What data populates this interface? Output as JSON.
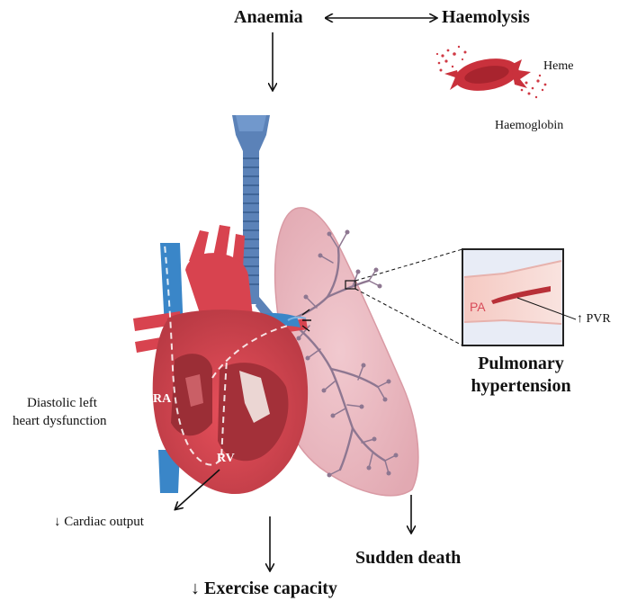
{
  "labels": {
    "anaemia": "Anaemia",
    "haemolysis": "Haemolysis",
    "heme": "Heme",
    "haemoglobin": "Haemoglobin",
    "pulmonary_hypertension_line1": "Pulmonary",
    "pulmonary_hypertension_line2": "hypertension",
    "pvr": "↑ PVR",
    "pa": "PA",
    "diastolic_line1": "Diastolic left",
    "diastolic_line2": "heart dysfunction",
    "ra": "RA",
    "rv": "RV",
    "cardiac_output": "↓ Cardiac output",
    "sudden_death": "Sudden death",
    "exercise_capacity": "↓ Exercise capacity"
  },
  "colors": {
    "heart_red": "#d8434f",
    "heart_dark": "#a8323a",
    "vessel_blue": "#3a86c8",
    "trachea_blue": "#5b82b8",
    "lung_pink": "#e8b4bd",
    "lung_vessel": "#8e7791",
    "rbc_red": "#c9313c"
  }
}
